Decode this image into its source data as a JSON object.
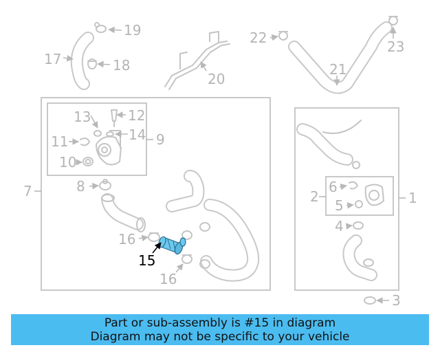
{
  "diagram": {
    "labels": {
      "l1": "1",
      "l2": "2",
      "l3": "3",
      "l4": "4",
      "l5": "5",
      "l6": "6",
      "l7": "7",
      "l8": "8",
      "l9": "9",
      "l10": "10",
      "l11": "11",
      "l12": "12",
      "l13": "13",
      "l14": "14",
      "l15": "15",
      "l16a": "16",
      "l16b": "16",
      "l17": "17",
      "l18": "18",
      "l19": "19",
      "l20": "20",
      "l21": "21",
      "l22": "22",
      "l23": "23"
    },
    "highlight_color": "#6cc8ee",
    "line_color": "#c4c4c4"
  },
  "banner": {
    "line1": "Part or sub-assembly is #15 in diagram",
    "line2": "Diagram may not be specific to your vehicle",
    "color": "#4bbcf0"
  }
}
